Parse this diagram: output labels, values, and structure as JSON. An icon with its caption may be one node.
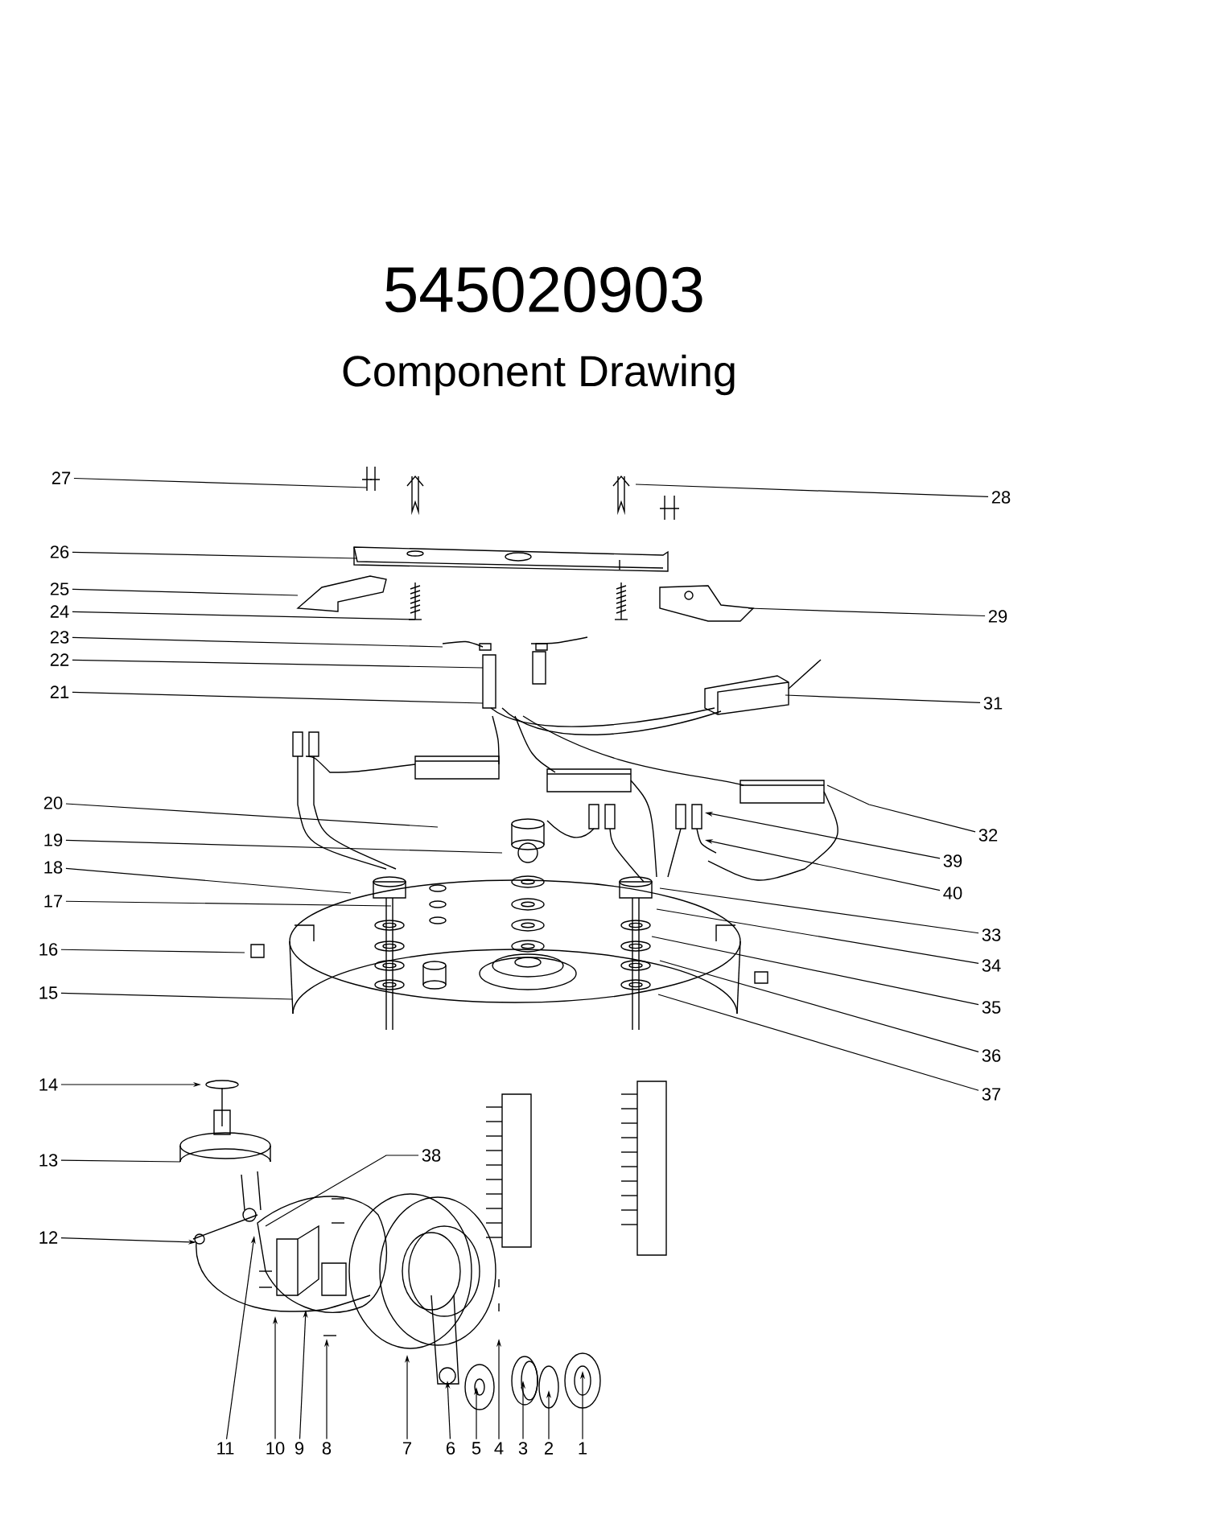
{
  "diagram": {
    "title": "545020903",
    "nodes": [
      {
        "text": [
          "1"
        ]
      },
      {
        "text": [
          "2"
        ]
      },
      {
        "text": [
          "3"
        ]
      },
      {
        "text": [
          "4"
        ]
      },
      {
        "text": [
          "5"
        ]
      },
      {
        "text": [
          "6"
        ]
      },
      {
        "text": [
          "7"
        ]
      },
      {
        "text": [
          "8"
        ]
      },
      {
        "text": [
          "9"
        ]
      },
      {
        "text": [
          "10"
        ]
      },
      {
        "text": [
          "11"
        ]
      },
      {
        "text": [
          "12"
        ]
      },
      {
        "text": [
          "13"
        ]
      },
      {
        "text": [
          "14"
        ]
      },
      {
        "text": [
          "15"
        ]
      },
      {
        "text": [
          "16"
        ]
      },
      {
        "text": [
          "17"
        ]
      },
      {
        "text": [
          "18"
        ]
      },
      {
        "text": [
          "19"
        ]
      },
      {
        "text": [
          "20"
        ]
      },
      {
        "text": [
          "21"
        ]
      },
      {
        "text": [
          "22"
        ]
      },
      {
        "text": [
          "23"
        ]
      },
      {
        "text": [
          "24"
        ]
      },
      {
        "text": [
          "25"
        ]
      },
      {
        "text": [
          "26"
        ]
      },
      {
        "text": [
          "27"
        ]
      },
      {
        "text": [
          "28"
        ]
      },
      {
        "text": [
          "29"
        ]
      },
      {
        "text": [
          "31"
        ]
      },
      {
        "text": [
          "32"
        ]
      },
      {
        "text": [
          "33"
        ]
      },
      {
        "text": [
          "34"
        ]
      },
      {
        "text": [
          "35"
        ]
      },
      {
        "text": [
          "36"
        ]
      },
      {
        "text": [
          "37"
        ]
      },
      {
        "text": [
          "38"
        ]
      },
      {
        "text": [
          "39"
        ]
      },
      {
        "text": [
          "40"
        ]
      }
    ],
    "edges": [
      {
        "from": 0,
        "to": null,
        "arrow": "to"
      },
      {
        "from": 1,
        "to": null,
        "arrow": "to"
      },
      {
        "from": 2,
        "to": null,
        "arrow": "to"
      },
      {
        "from": 3,
        "to": null,
        "arrow": "to"
      },
      {
        "from": 4,
        "to": null,
        "arrow": "to"
      },
      {
        "from": 5,
        "to": null,
        "arrow": "to"
      },
      {
        "from": 6,
        "to": null,
        "arrow": "to"
      },
      {
        "from": 7,
        "to": null,
        "arrow": "to"
      },
      {
        "from": 8,
        "to": null,
        "arrow": "to"
      },
      {
        "from": 9,
        "to": null,
        "arrow": "to"
      },
      {
        "from": 10,
        "to": null,
        "arrow": "to"
      },
      {
        "from": 11,
        "to": null,
        "arrow": "to"
      },
      {
        "from": 12,
        "to": null,
        "arrow": "none"
      },
      {
        "from": 13,
        "to": null,
        "arrow": "to"
      },
      {
        "from": 14,
        "to": null,
        "arrow": "none"
      },
      {
        "from": 15,
        "to": null,
        "arrow": "none"
      },
      {
        "from": 16,
        "to": null,
        "arrow": "none"
      },
      {
        "from": 17,
        "to": null,
        "arrow": "none"
      },
      {
        "from": 18,
        "to": null,
        "arrow": "none"
      },
      {
        "from": 19,
        "to": null,
        "arrow": "none"
      },
      {
        "from": 20,
        "to": null,
        "arrow": "none"
      },
      {
        "from": 21,
        "to": null,
        "arrow": "none"
      },
      {
        "from": 22,
        "to": null,
        "arrow": "none"
      },
      {
        "from": 23,
        "to": null,
        "arrow": "none"
      },
      {
        "from": 24,
        "to": null,
        "arrow": "none"
      },
      {
        "from": 25,
        "to": null,
        "arrow": "none"
      },
      {
        "from": 26,
        "to": null,
        "arrow": "none"
      },
      {
        "from": 27,
        "to": null,
        "arrow": "none"
      },
      {
        "from": 28,
        "to": null,
        "arrow": "none"
      },
      {
        "from": 29,
        "to": null,
        "arrow": "none"
      },
      {
        "from": 30,
        "to": null,
        "arrow": "none"
      },
      {
        "from": 31,
        "to": null,
        "arrow": "none"
      },
      {
        "from": 32,
        "to": null,
        "arrow": "none"
      },
      {
        "from": 33,
        "to": null,
        "arrow": "none"
      },
      {
        "from": 34,
        "to": null,
        "arrow": "none"
      },
      {
        "from": 35,
        "to": null,
        "arrow": "none"
      },
      {
        "from": 36,
        "to": null,
        "arrow": "none"
      },
      {
        "from": 37,
        "to": null,
        "arrow": "to"
      },
      {
        "from": 38,
        "to": null,
        "arrow": "to"
      }
    ],
    "labels": [
      "Component Drawing"
    ]
  }
}
